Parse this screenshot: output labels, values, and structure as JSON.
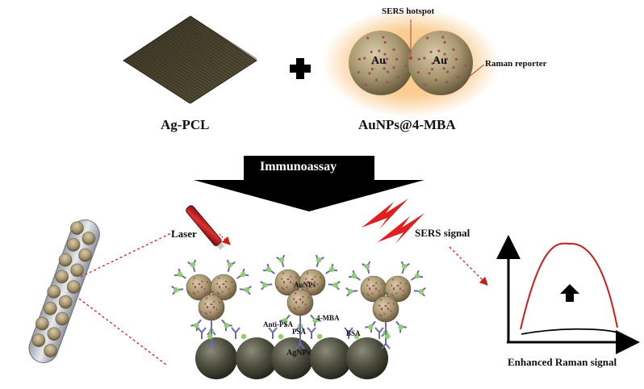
{
  "labels": {
    "ag_pcl": "Ag-PCL",
    "aunps_4mba": "AuNPs@4-MBA",
    "sers_hotspot": "SERS hotspot",
    "raman_reporter": "Raman reporter",
    "au_left": "Au",
    "au_right": "Au",
    "immunoassay": "Immunoassay",
    "laser": "Laser",
    "sers_signal": "SERS signal",
    "aunps": "AuNPs",
    "anti_psa": "Anti-PSA",
    "psa": "PSA",
    "mba": "4-MBA",
    "bsa": "BSA",
    "agnps": "AgNPs",
    "enhanced_raman": "Enhanced Raman signal"
  },
  "colors": {
    "gold_np": "#a89770",
    "silver_np": "#4a4a3c",
    "reporter_dot": "#a05060",
    "antibody": "#6c6ab0",
    "bsa_dot": "#8fd06a",
    "laser_red": "#e02020",
    "curve_red": "#c81e1e",
    "glow": "#f6a640",
    "arrow_black": "#000000"
  },
  "icons": {
    "plus": "plus-icon",
    "up_arrow": "up-arrow-icon"
  }
}
